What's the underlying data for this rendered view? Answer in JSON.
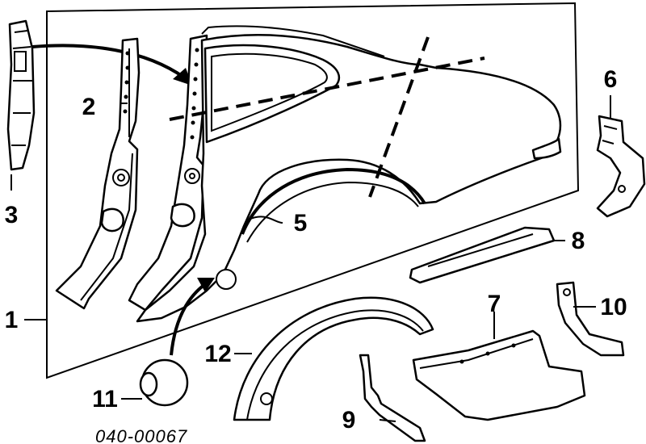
{
  "diagram": {
    "callouts": [
      "1",
      "2",
      "3",
      "5",
      "6",
      "7",
      "8",
      "9",
      "10",
      "11",
      "12"
    ],
    "part_code": "040-00067"
  }
}
